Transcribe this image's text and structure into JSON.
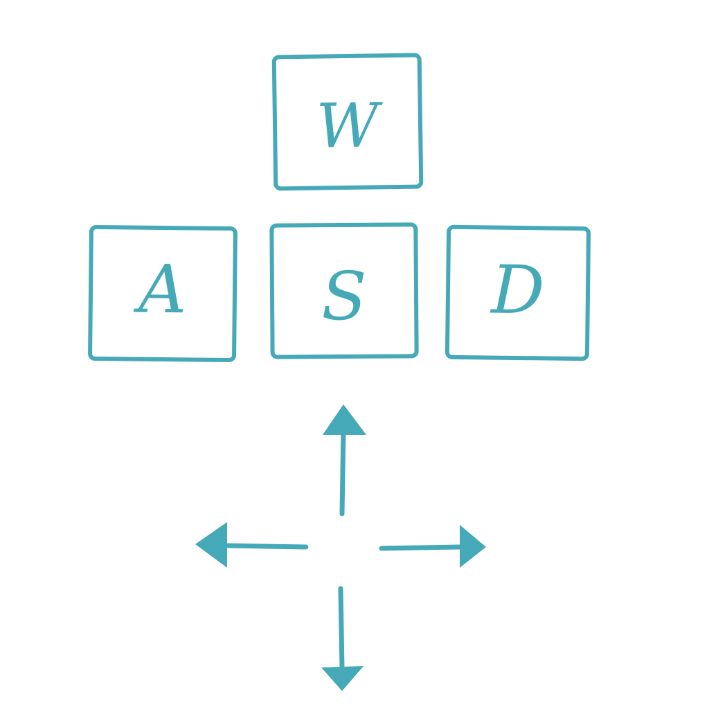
{
  "colors": {
    "accent": "#45a9b8",
    "background": "#ffffff"
  },
  "keys": {
    "w": "W",
    "a": "A",
    "s": "S",
    "d": "D"
  },
  "icons": {
    "up": "arrow-up-icon",
    "down": "arrow-down-icon",
    "left": "arrow-left-icon",
    "right": "arrow-right-icon"
  }
}
